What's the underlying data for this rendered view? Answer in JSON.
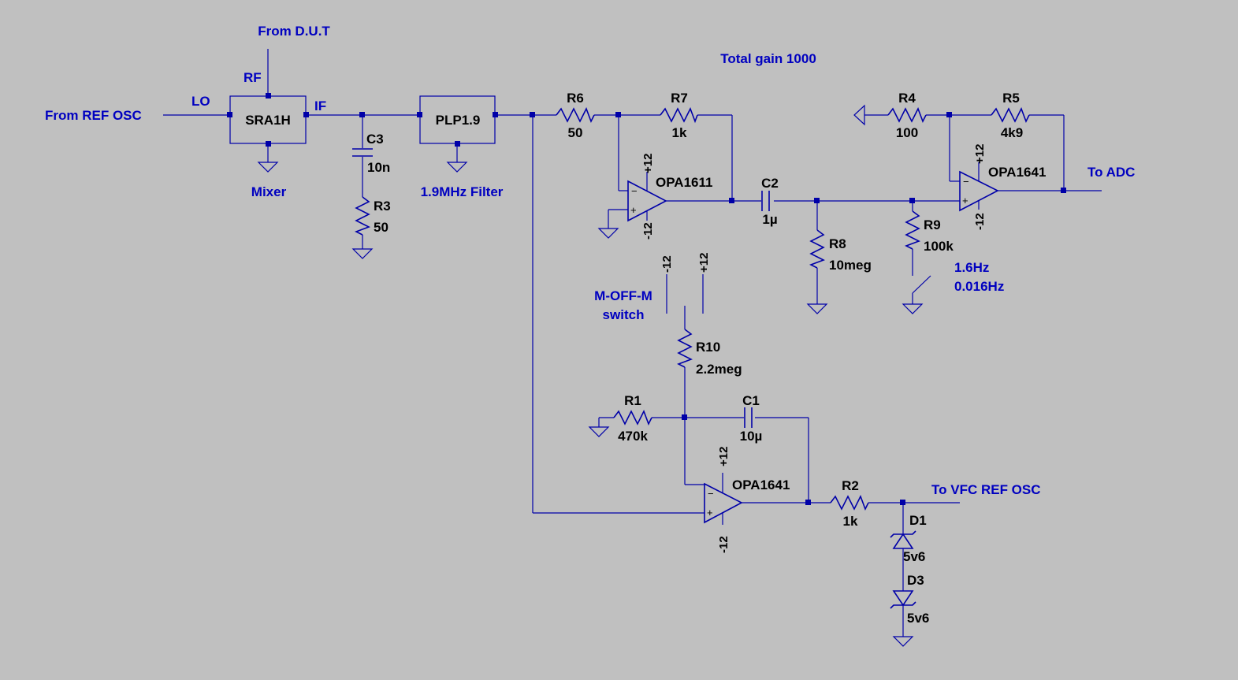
{
  "notes": {
    "from_dut": "From D.U.T",
    "from_ref_osc": "From REF OSC",
    "lo": "LO",
    "rf": "RF",
    "if": "IF",
    "mixer": "Mixer",
    "filter": "1.9MHz Filter",
    "total_gain": "Total gain 1000",
    "to_adc": "To ADC",
    "to_vfc": "To VFC REF OSC",
    "switch_line1": "M-OFF-M",
    "switch_line2": "switch",
    "freq1": "1.6Hz",
    "freq2": "0.016Hz"
  },
  "blocks": {
    "mixer": "SRA1H",
    "filter": "PLP1.9"
  },
  "components": {
    "c3": {
      "ref": "C3",
      "value": "10n"
    },
    "r3": {
      "ref": "R3",
      "value": "50"
    },
    "r6": {
      "ref": "R6",
      "value": "50"
    },
    "r7": {
      "ref": "R7",
      "value": "1k"
    },
    "c2": {
      "ref": "C2",
      "value": "1µ"
    },
    "r8": {
      "ref": "R8",
      "value": "10meg"
    },
    "r9": {
      "ref": "R9",
      "value": "100k"
    },
    "r4": {
      "ref": "R4",
      "value": "100"
    },
    "r5": {
      "ref": "R5",
      "value": "4k9"
    },
    "r10": {
      "ref": "R10",
      "value": "2.2meg"
    },
    "r1": {
      "ref": "R1",
      "value": "470k"
    },
    "c1": {
      "ref": "C1",
      "value": "10µ"
    },
    "r2": {
      "ref": "R2",
      "value": "1k"
    },
    "d1": {
      "ref": "D1",
      "value": "5v6"
    },
    "d3": {
      "ref": "D3",
      "value": "5v6"
    }
  },
  "opamps": {
    "u1": "OPA1611",
    "u2": "OPA1641",
    "u3": "OPA1641"
  },
  "rails": {
    "pos": "+12",
    "neg": "-12"
  },
  "pins": {
    "plus": "+",
    "minus": "−"
  }
}
